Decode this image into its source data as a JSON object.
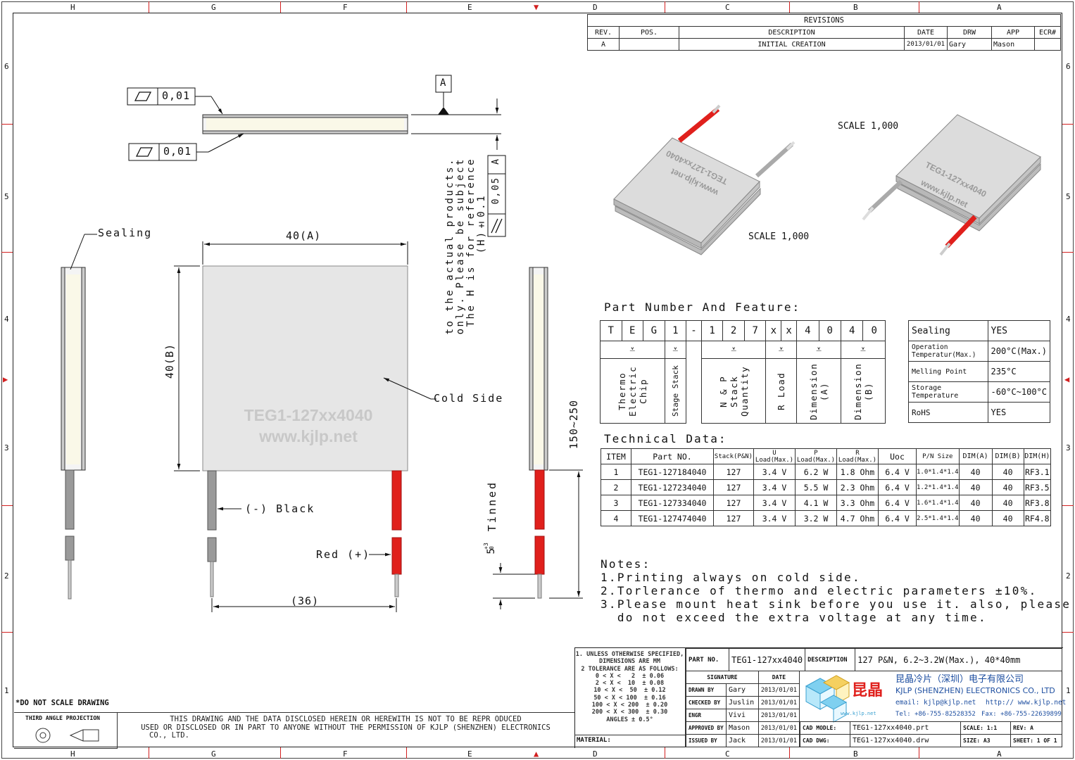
{
  "zones": {
    "columns": [
      "H",
      "G",
      "F",
      "E",
      "D",
      "C",
      "B",
      "A"
    ],
    "rows": [
      "6",
      "5",
      "4",
      "3",
      "2",
      "1"
    ]
  },
  "revisions": {
    "title": "REVISIONS",
    "headers": [
      "REV.",
      "POS.",
      "DESCRIPTION",
      "DATE",
      "DRW",
      "APP",
      "ECR#"
    ],
    "rows": [
      [
        "A",
        "",
        "INITIAL CREATION",
        "2013/01/01",
        "Gary",
        "Mason",
        ""
      ]
    ]
  },
  "drawing": {
    "flatness_1": "0,01",
    "flatness_2": "0,01",
    "datum": "A",
    "parallel_value": "0,05",
    "parallel_datum": "A",
    "h_note": [
      "(H)±0.1",
      "The H is for reference",
      "only. Please be subject",
      "to the actual products."
    ],
    "sealing_label": "Sealing",
    "width_dim": "40(A)",
    "height_dim": "40(B)",
    "cold_side": "Cold Side",
    "chip_print_1": "TEG1-127xx4040",
    "chip_print_2": "www.kjlp.net",
    "black_label": "(-) Black",
    "red_label": "Red (+)",
    "lead_dim": "(36)",
    "wire_len": "150~250",
    "tinned": "Tinned",
    "tinned_dim": "5",
    "tinned_tol": "+3\n0",
    "scale_1": "SCALE  1,000",
    "scale_2": "SCALE  1,000",
    "iso_print_1": "TEG1-127xx4040",
    "iso_print_2": "www.kjlp.net"
  },
  "part_number": {
    "title": "Part Number And Feature:",
    "chars": [
      "T",
      "E",
      "G",
      "1",
      "-",
      "1",
      "2",
      "7",
      "x",
      "x",
      "4",
      "0",
      "4",
      "0"
    ],
    "groups": [
      {
        "label": "Thermo Electric Chip"
      },
      {
        "label": "Stage Stack"
      },
      {
        "label": "N & P Stack Quantity"
      },
      {
        "label": "R Load"
      },
      {
        "label": "Dimension (A)"
      },
      {
        "label": "Dimension (B)"
      }
    ],
    "properties": [
      [
        "Sealing",
        "YES"
      ],
      [
        "Operation Temperatur(Max.)",
        "200°C(Max.)"
      ],
      [
        "Melling Point",
        "235°C"
      ],
      [
        "Storage Temperature",
        "-60°C~100°C"
      ],
      [
        "RoHS",
        "YES"
      ]
    ]
  },
  "technical": {
    "title": "Technical Data:",
    "headers": [
      "ITEM",
      "Part NO.",
      "Stack(P&N)",
      "U Load(Max.)",
      "P Load(Max.)",
      "R Load(Max.)",
      "Uoc",
      "P/N Size",
      "DIM(A)",
      "DIM(B)",
      "DIM(H)"
    ],
    "rows": [
      [
        "1",
        "TEG1-127184040",
        "127",
        "3.4 V",
        "6.2 W",
        "1.8 Ohm",
        "6.4 V",
        "1.0*1.4*1.4",
        "40",
        "40",
        "RF3.1"
      ],
      [
        "2",
        "TEG1-127234040",
        "127",
        "3.4 V",
        "5.5 W",
        "2.3 Ohm",
        "6.4 V",
        "1.2*1.4*1.4",
        "40",
        "40",
        "RF3.5"
      ],
      [
        "3",
        "TEG1-127334040",
        "127",
        "3.4 V",
        "4.1 W",
        "3.3 Ohm",
        "6.4 V",
        "1.6*1.4*1.4",
        "40",
        "40",
        "RF3.8"
      ],
      [
        "4",
        "TEG1-127474040",
        "127",
        "3.4 V",
        "3.2 W",
        "4.7 Ohm",
        "6.4 V",
        "2.5*1.4*1.4",
        "40",
        "40",
        "RF4.8"
      ]
    ]
  },
  "notes": {
    "title": "Notes:",
    "lines": [
      "1.Printing always on cold side.",
      "2.Torlerance of thermo and electric parameters ±10%.",
      "3.Please mount heat sink before you use it. also, please",
      "  do not exceed the extra voltage at any time."
    ]
  },
  "title_block": {
    "tolerance": [
      "1. UNLESS OTHERWISE SPECIFIED,",
      "DIMENSIONS ARE MM",
      "2 TOLERANCE ARE AS FOLLOWS:",
      "0 < X <   2  ± 0.06",
      "2 < X <  10  ± 0.08",
      "10 < X <  50  ± 0.12",
      "50 < X < 100  ± 0.16",
      "100 < X < 200  ± 0.20",
      "200 < X < 300  ± 0.30",
      "ANGLES ± 0.5°"
    ],
    "do_not_scale": "*DO NOT SCALE DRAWING",
    "projection": "THIRD ANGLE PROJECTION",
    "disclaimer": [
      "THIS DRAWING AND THE DATA DISCLOSED HEREIN OR HEREWITH IS NOT TO BE REPR ODUCED",
      "USED OR DISCLOSED OR IN PART TO ANYONE WITHOUT THE PERMISSION OF KJLP (SHENZHEN) ELECTRONICS",
      "CO., LTD."
    ],
    "material_label": "MATERIAL:",
    "part_no_label": "PART NO.",
    "part_no": "TEG1-127xx4040",
    "description_label": "DESCRIPTION",
    "description": "127 P&N, 6.2~3.2W(Max.), 40*40mm",
    "signature_label": "SIGNATURE",
    "date_label": "DATE",
    "signoffs": [
      [
        "DRAWN BY",
        "Gary",
        "2013/01/01"
      ],
      [
        "CHECKED BY",
        "Juslin",
        "2013/01/01"
      ],
      [
        "ENGR",
        "Vivi",
        "2013/01/01"
      ],
      [
        "APPROVED BY",
        "Mason",
        "2013/01/01"
      ],
      [
        "ISSUED BY",
        "Jack",
        "2013/01/01"
      ]
    ],
    "company_cn": "昆晶冷片（深圳）电子有限公司",
    "company_en": "KJLP (SHENZHEN) ELECTRONICS CO., LTD",
    "email": "email: kjlp@kjlp.net",
    "web": "http:// www.kjlp.net",
    "tel": "Tel: +86-755-82528352",
    "fax": "Fax: +86-755-22639899",
    "logo_text": "昆晶",
    "logo_sub": "www.kjlp.net",
    "cad_model_label": "CAD MODLE:",
    "cad_model": "TEG1-127xx4040.prt",
    "cad_dwg_label": "CAD DWG:",
    "cad_dwg": "TEG1-127xx4040.drw",
    "scale_label": "SCALE: 1:1",
    "size_label": "SIZE: A3",
    "rev_label": "REV: A",
    "sheet_label": "SHEET: 1 OF 1"
  },
  "colors": {
    "red_wire": "#e0201c",
    "chip": "#e4e4e4",
    "frame": "#222222",
    "zone_mark": "#d22020"
  }
}
